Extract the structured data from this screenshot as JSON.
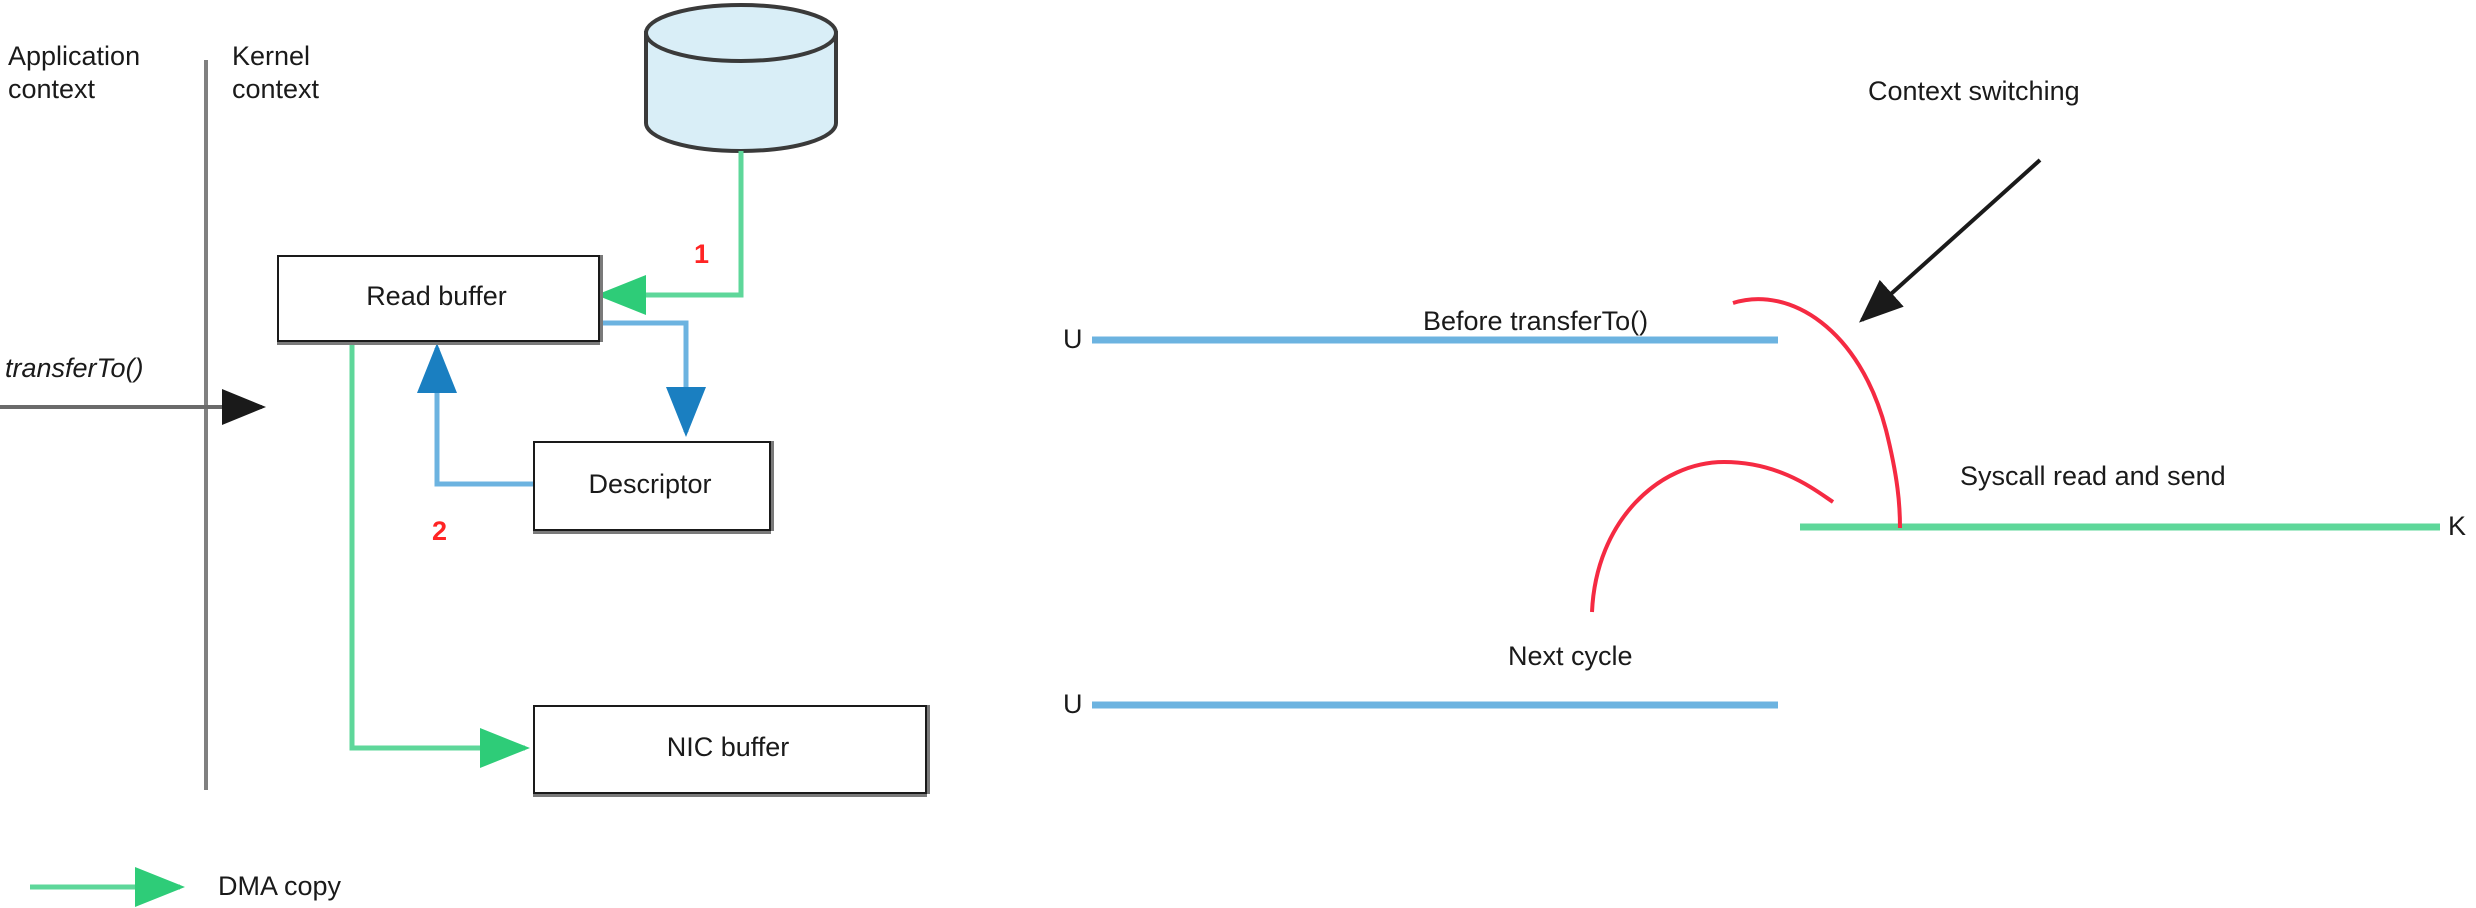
{
  "diagram": {
    "title_hidden": "",
    "left": {
      "context_labels": [
        {
          "name": "application-context",
          "text": "Application\ncontext"
        },
        {
          "name": "kernel-context",
          "text": "Kernel\ncontext"
        }
      ],
      "entry_call": "transferTo()",
      "boxes": [
        {
          "name": "read-buffer",
          "label": "Read buffer"
        },
        {
          "name": "descriptor",
          "label": "Descriptor"
        },
        {
          "name": "nic-buffer",
          "label": "NIC buffer"
        }
      ],
      "storage": {
        "name": "disk-cylinder",
        "label": ""
      },
      "step_numbers": [
        {
          "name": "step-1",
          "text": "1"
        },
        {
          "name": "step-2",
          "text": "2"
        }
      ],
      "legend": {
        "label": "DMA copy"
      }
    },
    "right": {
      "lane_labels": [
        {
          "name": "user-lane-top",
          "text": "U"
        },
        {
          "name": "kernel-lane",
          "text": "K"
        },
        {
          "name": "user-lane-bottom",
          "text": "U"
        }
      ],
      "annotations": [
        {
          "name": "before-transferto",
          "text": "Before transferTo()"
        },
        {
          "name": "context-switching",
          "text": "Context switching"
        },
        {
          "name": "syscall-read-and-send",
          "text": "Syscall read and send"
        },
        {
          "name": "next-cycle",
          "text": "Next cycle"
        }
      ]
    },
    "colors": {
      "green": "#5ed79a",
      "blue": "#6cb3e0",
      "blue_dark": "#1a7fc1",
      "red": "#ff2424",
      "black": "#1a1a1a",
      "gray": "#808080",
      "cylinder_fill": "#d9eef7",
      "cylinder_stroke": "#3a3a3a"
    }
  }
}
